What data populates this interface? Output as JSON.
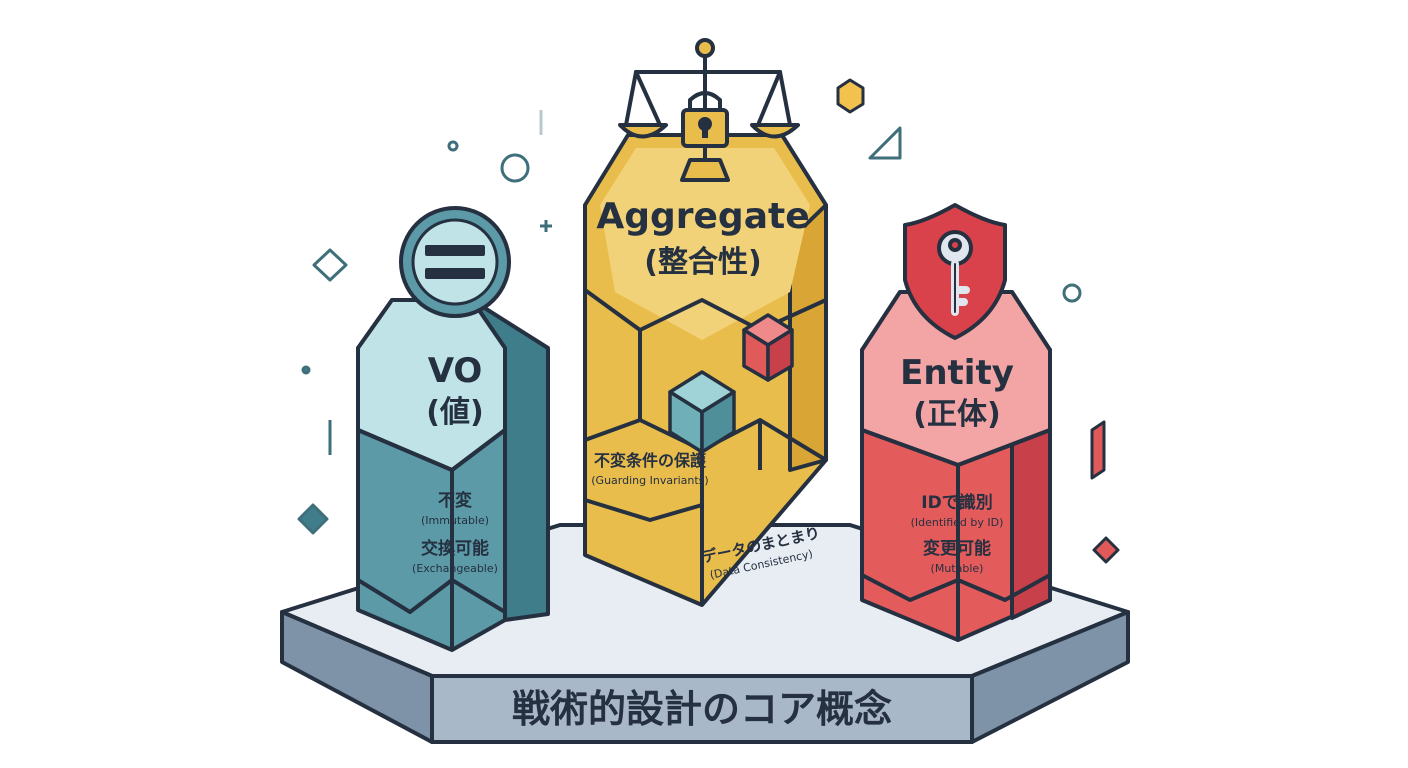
{
  "title": "戦術的設計のコア概念",
  "pillars": {
    "vo": {
      "name": "VO",
      "jp": "(値)",
      "traits": [
        {
          "jp": "不変",
          "en": "(Immutable)"
        },
        {
          "jp": "交換可能",
          "en": "(Exchangeable)"
        }
      ],
      "icon": "equals-icon"
    },
    "aggregate": {
      "name": "Aggregate",
      "jp": "(整合性)",
      "traits": [
        {
          "jp": "不変条件の保護",
          "en": "(Guarding Invariants)"
        },
        {
          "jp": "データのまとまり",
          "en": "(Data Consistency)"
        }
      ],
      "icon": "scales-lock-icon"
    },
    "entity": {
      "name": "Entity",
      "jp": "(正体)",
      "traits": [
        {
          "jp": "IDで識別",
          "en": "(Identified by ID)"
        },
        {
          "jp": "変更可能",
          "en": "(Mutable)"
        }
      ],
      "icon": "shield-key-icon"
    }
  },
  "colors": {
    "outline": "#253041",
    "teal_front": "#5b9aa6",
    "teal_side": "#3f7d8a",
    "teal_light": "#bfe3e6",
    "gold_front": "#e9bd4c",
    "gold_side": "#d9a635",
    "red_front": "#e45b5b",
    "red_side": "#c8414a",
    "red_light": "#f3a5a5",
    "platform_top": "#e8edf3",
    "platform_side": "#8a9fb4"
  }
}
